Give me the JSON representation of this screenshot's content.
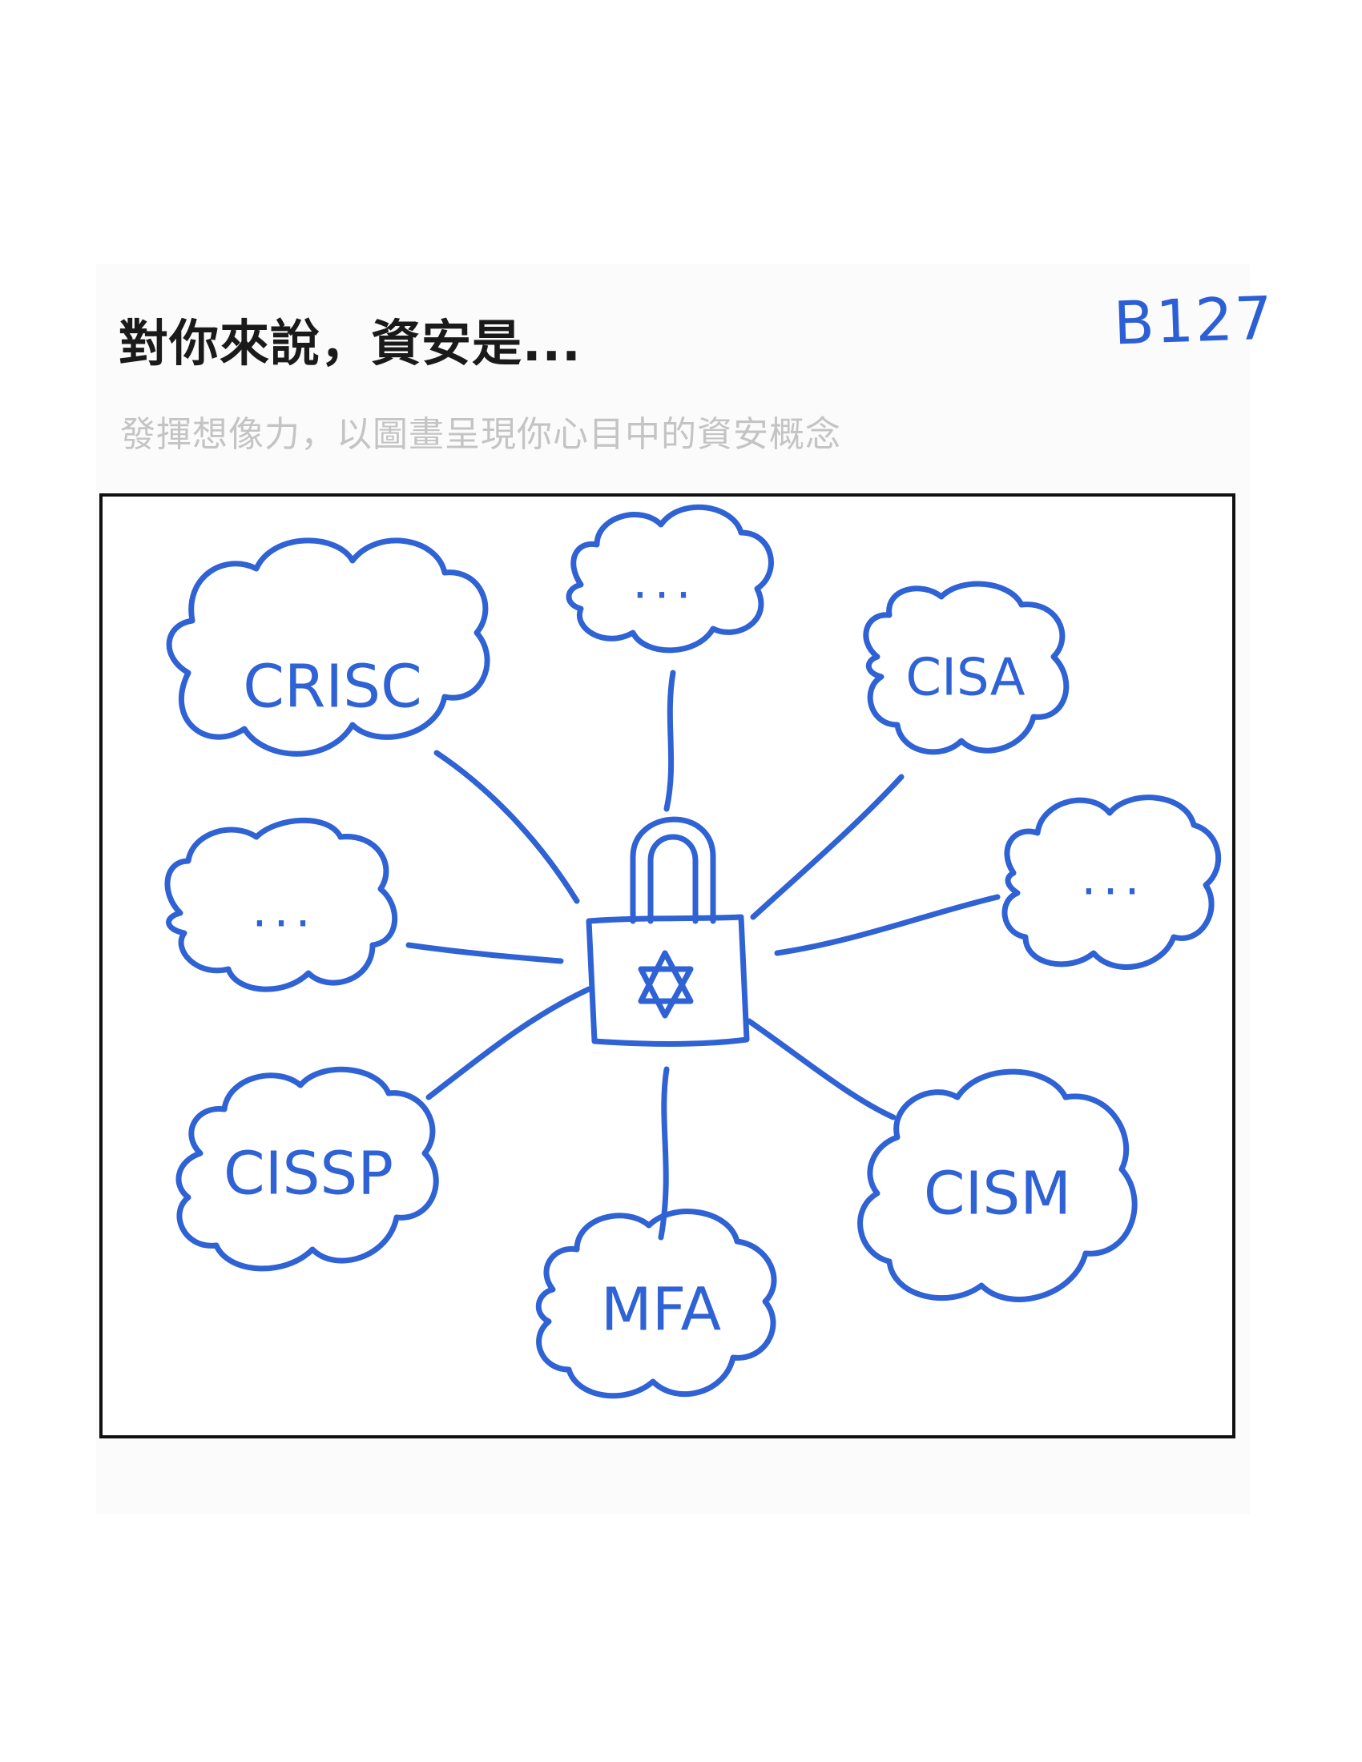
{
  "header": {
    "title": "對你來說，資安是...",
    "subtitle": "發揮想像力，以圖畫呈現你心目中的資安概念",
    "handwritten_code": "B127"
  },
  "diagram": {
    "center_icon": "padlock-with-star-icon",
    "clouds": [
      {
        "id": "crisc",
        "label": "CRISC"
      },
      {
        "id": "top",
        "label": "..."
      },
      {
        "id": "cisa",
        "label": "CISA"
      },
      {
        "id": "left",
        "label": "..."
      },
      {
        "id": "right",
        "label": "..."
      },
      {
        "id": "cissp",
        "label": "CISSP"
      },
      {
        "id": "cism",
        "label": "CISM"
      },
      {
        "id": "mfa",
        "label": "MFA"
      }
    ]
  },
  "colors": {
    "ink_blue": "#2f62d4",
    "title_black": "#1a1a1a",
    "subtitle_grey": "#c4c4c4",
    "frame": "#111111"
  }
}
